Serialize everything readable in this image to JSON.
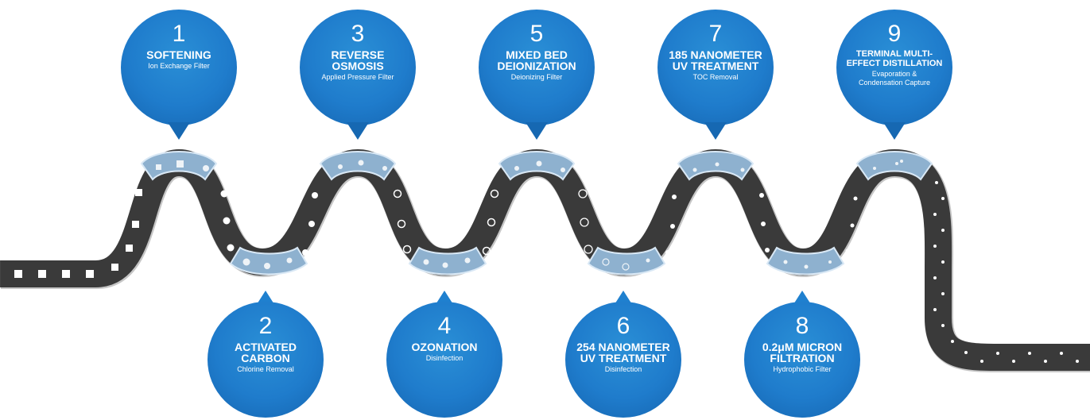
{
  "stages": [
    {
      "num": "1",
      "title": "SOFTENING",
      "sub": "Ion Exchange Filter"
    },
    {
      "num": "2",
      "title": "ACTIVATED CARBON",
      "sub": "Chlorine Removal"
    },
    {
      "num": "3",
      "title": "REVERSE OSMOSIS",
      "sub": "Applied Pressure Filter"
    },
    {
      "num": "4",
      "title": "OZONATION",
      "sub": "Disinfection"
    },
    {
      "num": "5",
      "title": "MIXED BED DEIONIZATION",
      "sub": "Deionizing Filter"
    },
    {
      "num": "6",
      "title": "254 NANOMETER UV TREATMENT",
      "sub": "Disinfection"
    },
    {
      "num": "7",
      "title": "185 NANOMETER UV TREATMENT",
      "sub": "TOC Removal"
    },
    {
      "num": "8",
      "title": "0.2μM MICRON FILTRATION",
      "sub": "Hydrophobic Filter"
    },
    {
      "num": "9",
      "title": "TERMINAL MULTI-EFFECT DISTILLATION",
      "sub": "Evaporation & Condensation Capture"
    }
  ],
  "colors": {
    "pipe": "#444444",
    "filter": "#8eb1cf",
    "bubble": "#1f7ccc"
  }
}
